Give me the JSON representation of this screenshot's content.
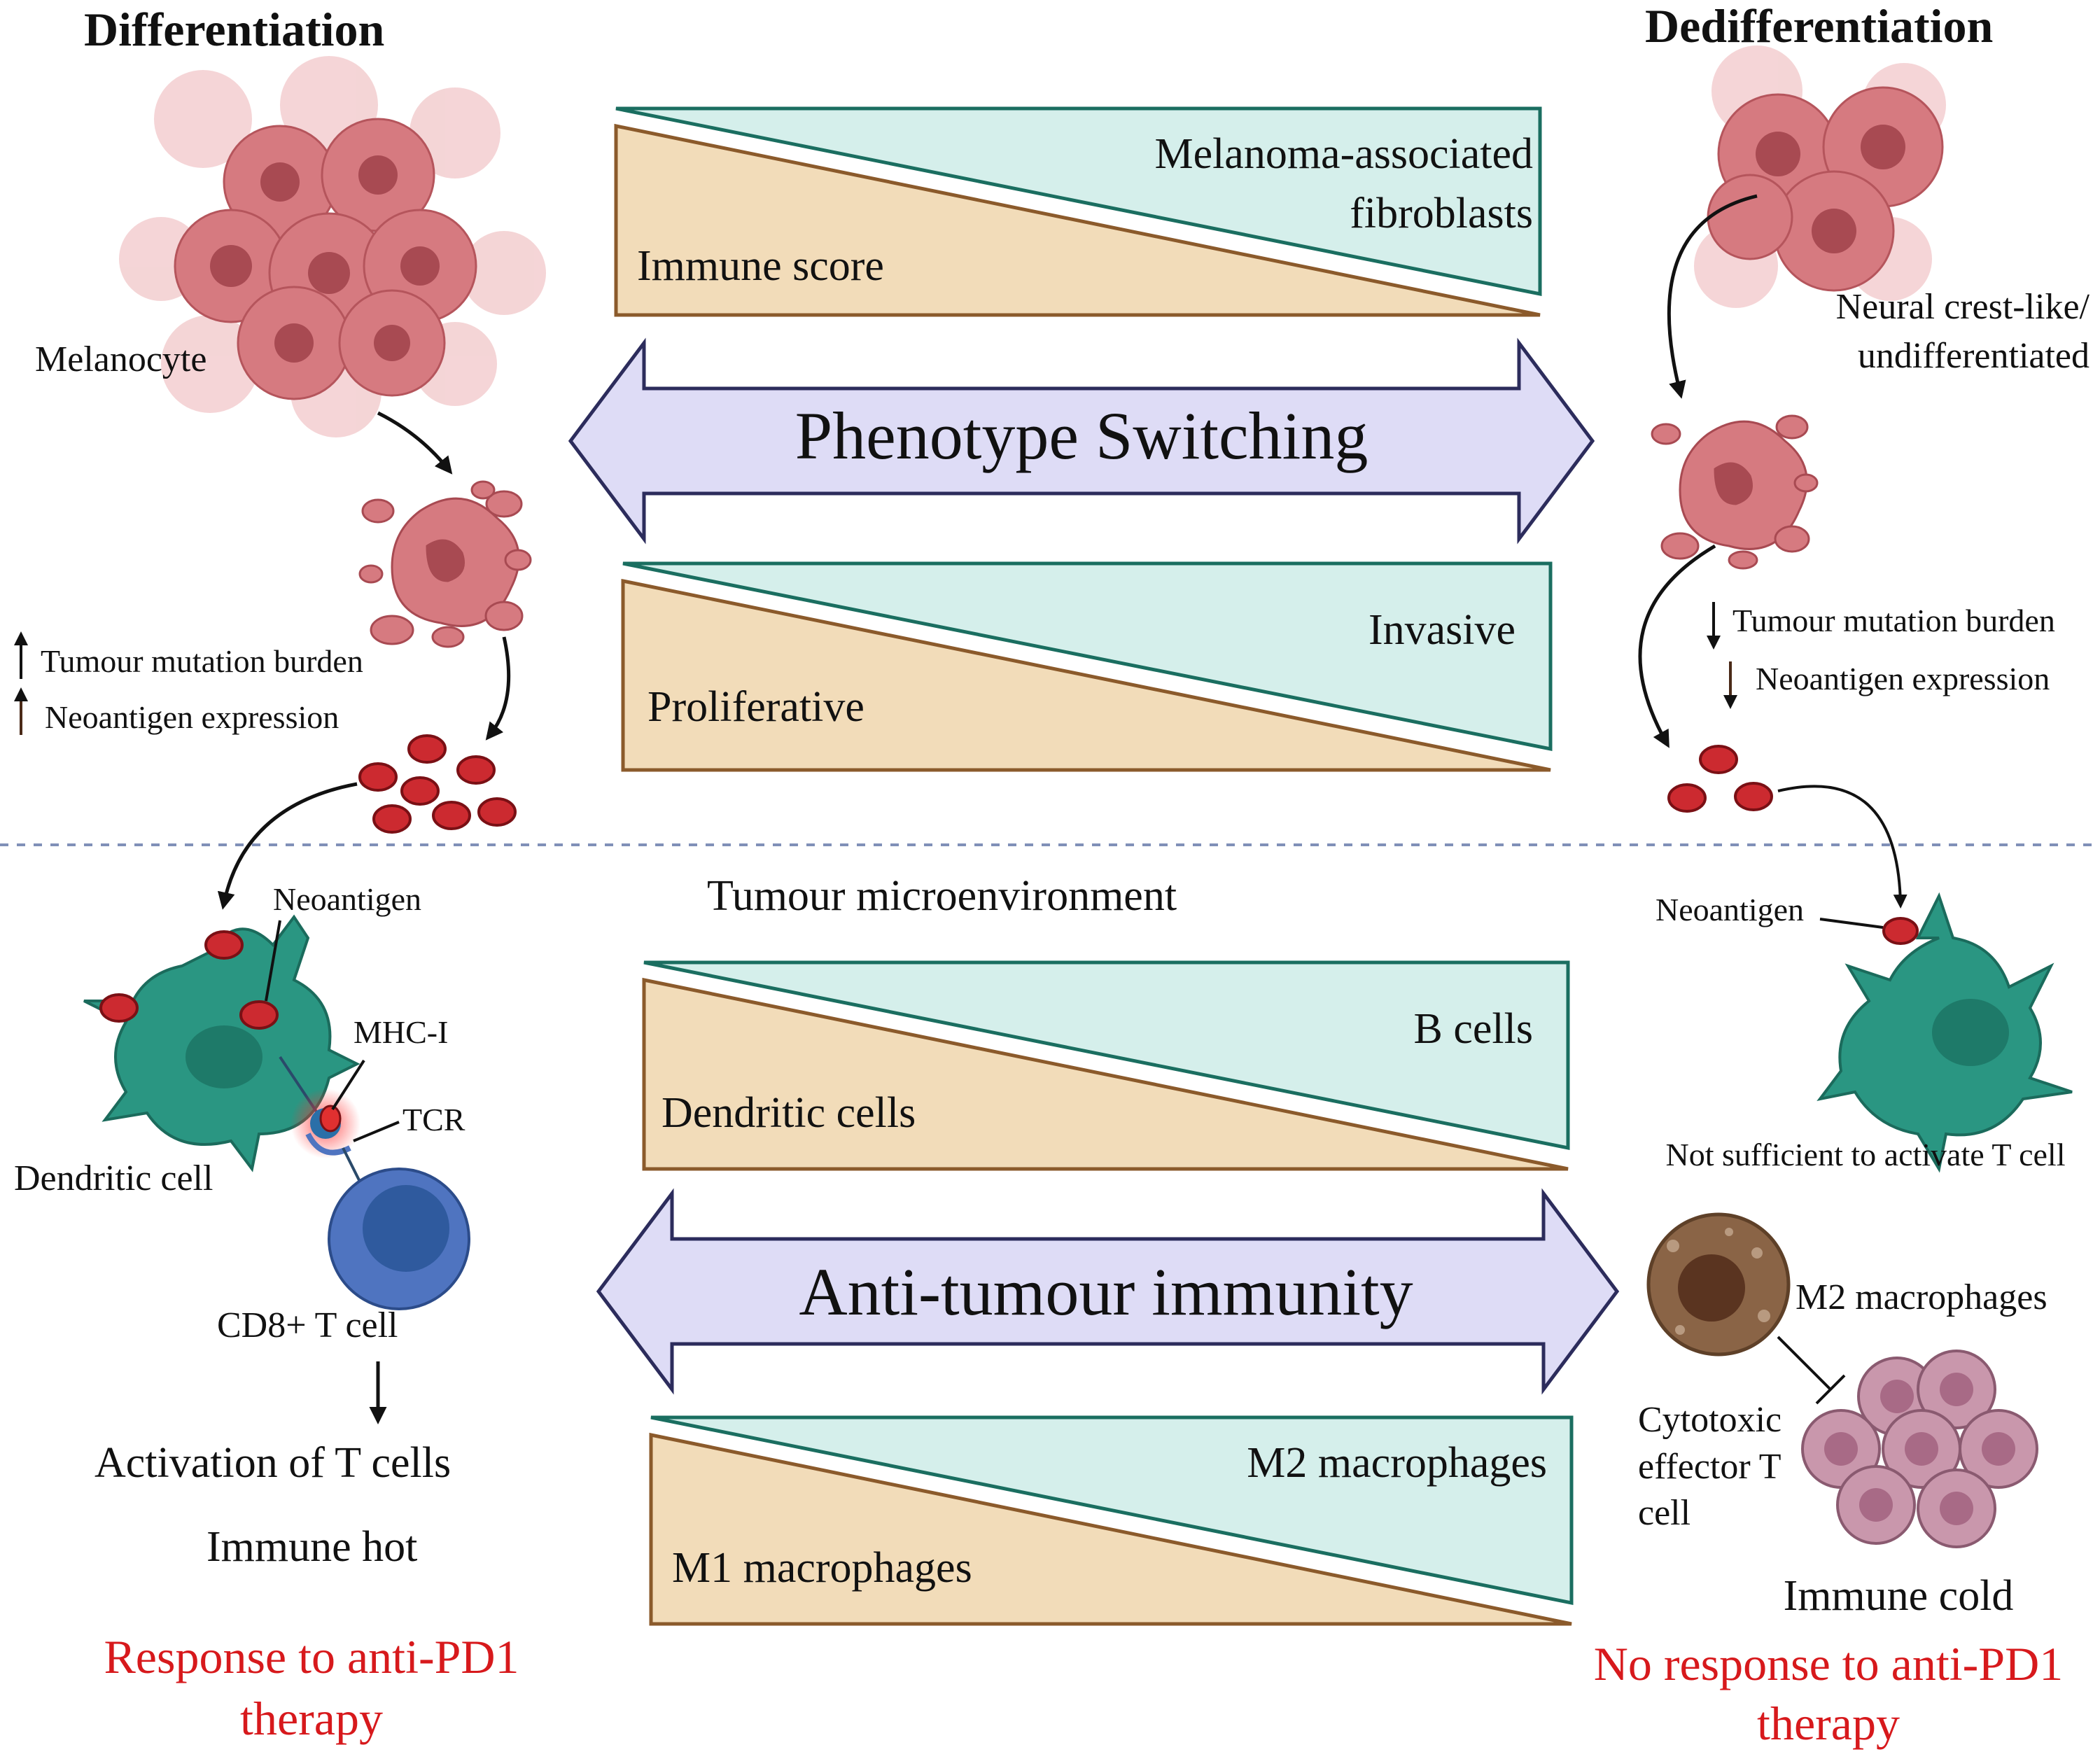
{
  "left_column": {
    "heading": "Differentiation",
    "melanocyte_label": "Melanocyte",
    "mutation_label": "Tumour mutation burden",
    "neoantigen_expr_label": "Neoantigen expression",
    "neoantigen_label": "Neoantigen",
    "mhc_label": "MHC-I",
    "tcr_label": "TCR",
    "dendritic_label": "Dendritic cell",
    "tcell_label": "CD8+ T cell",
    "activation_label": "Activation of T cells",
    "immune_label": "Immune hot",
    "response_line1": "Response to anti-PD1",
    "response_line2": "therapy"
  },
  "right_column": {
    "heading": "Dedifferentiation",
    "neural_line1": "Neural crest-like/",
    "neural_line2": "undifferentiated",
    "mutation_label": "Tumour mutation burden",
    "neoantigen_expr_label": "Neoantigen expression",
    "neoantigen_label": "Neoantigen",
    "insufficient_label": "Not sufficient to activate T cell",
    "m2_label": "M2 macrophages",
    "cytotoxic_line1": "Cytotoxic",
    "cytotoxic_line2": "effector T",
    "cytotoxic_line3": "cell",
    "immune_label": "Immune cold",
    "response_line1": "No response to anti-PD1",
    "response_line2": "therapy"
  },
  "center": {
    "wedge1_top_line1": "Melanoma-associated",
    "wedge1_top_line2": "fibroblasts",
    "wedge1_bottom": "Immune score",
    "arrow1_label": "Phenotype Switching",
    "wedge2_top": "Invasive",
    "wedge2_bottom": "Proliferative",
    "tme_heading": "Tumour microenvironment",
    "wedge3_top": "B cells",
    "wedge3_bottom": "Dendritic cells",
    "arrow2_label": "Anti-tumour immunity",
    "wedge4_top": "M2 macrophages",
    "wedge4_bottom": "M1 macrophages"
  },
  "colors": {
    "teal_fill": "#d5efeb",
    "teal_stroke": "#1a6e60",
    "tan_fill": "#f2dcb9",
    "tan_stroke": "#8b5a2b",
    "arrow_fill": "#dedcf6",
    "arrow_stroke": "#2c2c5c",
    "tumour_cell": "#d9767d",
    "neoantigen": "#cc2a30",
    "dendritic": "#2a9682",
    "tcell": "#4f74c0",
    "m2": "#8a6446",
    "effector": "#c997ac",
    "red_text": "#d7191c",
    "divider": "#8090b8"
  },
  "icons": [
    "tumour-cluster-icon",
    "apoptotic-cell-icon",
    "neoantigen-icon",
    "dendritic-cell-icon",
    "t-cell-icon",
    "m2-macrophage-icon",
    "effector-t-cell-icon",
    "up-arrow-icon",
    "down-arrow-icon",
    "inhibition-icon"
  ]
}
